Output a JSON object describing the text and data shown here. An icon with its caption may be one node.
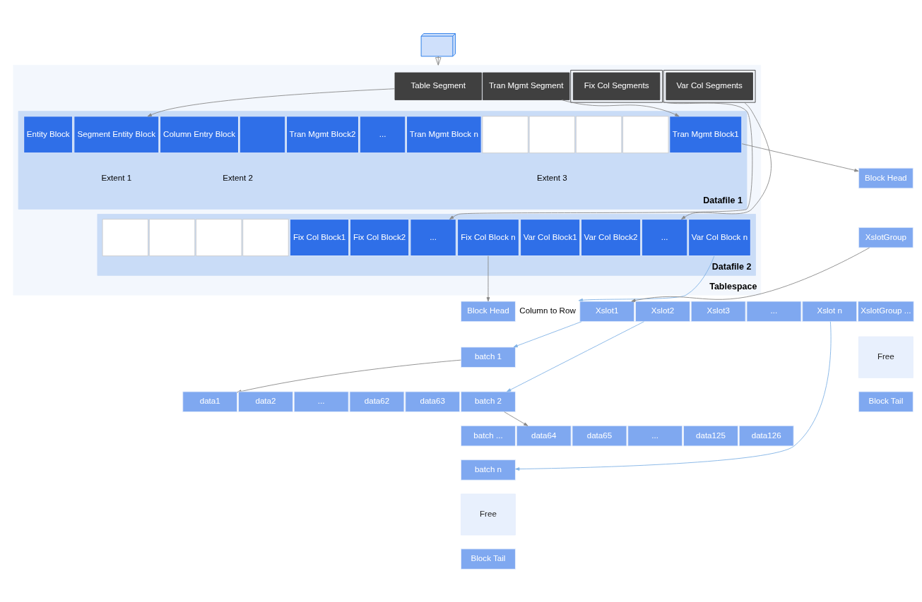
{
  "diagram": {
    "nodes": [
      {
        "text": [],
        "shape": "table"
      },
      {
        "text": [
          "Tablespace"
        ]
      },
      {
        "text": [
          "Table Segment"
        ],
        "in": 1
      },
      {
        "text": [
          "Tran Mgmt Segment"
        ],
        "in": 1
      },
      {
        "text": [
          "Fix Col Segments"
        ],
        "in": 1
      },
      {
        "text": [
          "Var Col Segments"
        ],
        "in": 1
      },
      {
        "text": [
          "Datafile 1"
        ],
        "in": 1
      },
      {
        "text": [
          "Entity Block"
        ],
        "in": 6
      },
      {
        "text": [
          "Segment Entity Block"
        ],
        "in": 6
      },
      {
        "text": [
          "Column Entry Block"
        ],
        "in": 6
      },
      {
        "text": [],
        "shape": "box",
        "in": 6
      },
      {
        "text": [
          "Tran Mgmt Block1"
        ],
        "in": 6
      },
      {
        "text": [
          "Tran Mgmt Block2"
        ],
        "in": 6
      },
      {
        "text": [
          "..."
        ],
        "in": 6
      },
      {
        "text": [
          "Tran Mgmt Block n"
        ],
        "in": 6
      },
      {
        "text": [],
        "shape": "box",
        "in": 6
      },
      {
        "text": [],
        "shape": "box",
        "in": 6
      },
      {
        "text": [],
        "shape": "box",
        "in": 6
      },
      {
        "text": [],
        "shape": "box",
        "in": 6
      },
      {
        "text": [
          "Datafile 2"
        ],
        "in": 1
      },
      {
        "text": [],
        "shape": "box",
        "in": 19
      },
      {
        "text": [],
        "shape": "box",
        "in": 19
      },
      {
        "text": [],
        "shape": "box",
        "in": 19
      },
      {
        "text": [],
        "shape": "box",
        "in": 19
      },
      {
        "text": [
          "Fix Col Block1"
        ],
        "in": 19
      },
      {
        "text": [
          "Fix Col Block2"
        ],
        "in": 19
      },
      {
        "text": [
          "..."
        ],
        "in": 19
      },
      {
        "text": [
          "Fix Col Block n"
        ],
        "in": 19
      },
      {
        "text": [
          "Var Col Block1"
        ],
        "in": 19
      },
      {
        "text": [
          "Var Col Block2"
        ],
        "in": 19
      },
      {
        "text": [
          "..."
        ],
        "in": 19
      },
      {
        "text": [
          "Var Col Block n"
        ],
        "in": 19
      },
      {
        "text": [
          "Block Head"
        ]
      },
      {
        "text": [
          "XslotGroup"
        ]
      },
      {
        "text": [
          "XslotGroup ..."
        ]
      },
      {
        "text": [
          "Free"
        ]
      },
      {
        "text": [
          "Block Tail"
        ]
      },
      {
        "text": [
          "Xslot1"
        ]
      },
      {
        "text": [
          "Xslot2"
        ]
      },
      {
        "text": [
          "Xslot3"
        ]
      },
      {
        "text": [
          "..."
        ]
      },
      {
        "text": [
          "Xslot n"
        ]
      },
      {
        "text": [
          "Block Head"
        ]
      },
      {
        "text": [
          "batch 1"
        ]
      },
      {
        "text": [
          "batch 2"
        ]
      },
      {
        "text": [
          "batch ..."
        ]
      },
      {
        "text": [
          "batch n"
        ]
      },
      {
        "text": [
          "Free"
        ]
      },
      {
        "text": [
          "Block Tail"
        ]
      },
      {
        "text": [
          "data1"
        ]
      },
      {
        "text": [
          "data2"
        ]
      },
      {
        "text": [
          "..."
        ]
      },
      {
        "text": [
          "data62"
        ]
      },
      {
        "text": [
          "data63"
        ]
      },
      {
        "text": [
          "data64"
        ]
      },
      {
        "text": [
          "data65"
        ]
      },
      {
        "text": [
          "..."
        ]
      },
      {
        "text": [
          "data125"
        ]
      },
      {
        "text": [
          "data126"
        ]
      },
      {
        "text": [
          "Column to Row"
        ]
      }
    ],
    "edges": [
      {
        "from": 0,
        "to": 1,
        "arrow": "to"
      },
      {
        "from": 2,
        "to": 8,
        "arrow": "to"
      },
      {
        "from": 3,
        "to": 11,
        "arrow": "to"
      },
      {
        "from": 4,
        "to": 26,
        "arrow": "to"
      },
      {
        "from": 5,
        "to": 30,
        "arrow": "to"
      },
      {
        "from": 11,
        "to": 32,
        "arrow": "to"
      },
      {
        "from": 27,
        "to": 42,
        "arrow": "to"
      },
      {
        "from": 31,
        "to": 59,
        "arrow": "to",
        "color": "#7fb2e5"
      },
      {
        "from": 33,
        "to": 37,
        "arrow": "to"
      },
      {
        "from": 37,
        "to": 43,
        "arrow": "to",
        "color": "#7fb2e5"
      },
      {
        "from": 38,
        "to": 44,
        "arrow": "to",
        "color": "#7fb2e5"
      },
      {
        "from": 41,
        "to": 46,
        "arrow": "to",
        "color": "#7fb2e5"
      },
      {
        "from": 43,
        "to": 49,
        "arrow": "to"
      },
      {
        "from": 44,
        "to": 54,
        "arrow": "to"
      }
    ],
    "labels": [
      "Extent 1",
      "Extent 2",
      "Extent 3"
    ]
  }
}
